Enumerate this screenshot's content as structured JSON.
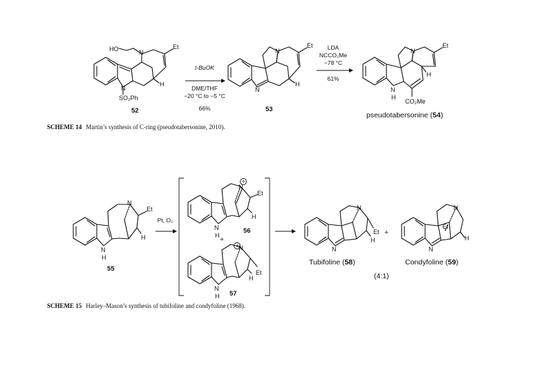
{
  "scheme14": {
    "caption_label": "SCHEME 14",
    "caption_text": "Martin’s synthesis of C-ring (pseudotabersonine, 2010).",
    "start": {
      "number": "52",
      "atom_ho": "HO",
      "atom_n": "N",
      "atom_n_indole": "N",
      "atom_so2ph": "SO₂Ph",
      "atom_et": "Et",
      "atom_h": "H"
    },
    "step1": {
      "reagent": "t-BuOK",
      "solvent": "DME/THF",
      "temp": "−20 °C to −5 °C",
      "yield": "66%"
    },
    "intermediate": {
      "number": "53",
      "atom_n": "N",
      "atom_n_imine": "N",
      "atom_et": "Et",
      "atom_h": "H"
    },
    "step2": {
      "reagent": "LDA",
      "reagent2": "NCCO₂Me",
      "temp": "−78 °C",
      "yield": "61%"
    },
    "product": {
      "name": "pseudotabersonine",
      "number": "54",
      "atom_n": "N",
      "atom_nh": "N",
      "atom_h_indole": "H",
      "atom_co2me": "CO₂Me",
      "atom_et": "Et",
      "atom_h": "H"
    }
  },
  "scheme15": {
    "caption_label": "SCHEME 15",
    "caption_text": "Harley–Mason’s synthesis of tubifoline and condyfoline (1968).",
    "start": {
      "number": "55",
      "atom_n": "N",
      "atom_nh": "N",
      "atom_h_indole": "H",
      "atom_et": "Et",
      "atom_h": "H"
    },
    "conditions": "Pt, O₂",
    "int56": {
      "number": "56",
      "atom_n": "N",
      "atom_nh": "N",
      "atom_h_indole": "H",
      "atom_et": "Et",
      "atom_h": "H",
      "charge": "+"
    },
    "plus_sign": "+",
    "int57": {
      "number": "57",
      "atom_n": "N",
      "atom_nh": "N",
      "atom_h_indole": "H",
      "atom_et": "Et",
      "atom_h": "H",
      "charge": "+"
    },
    "prod58": {
      "name": "Tubifoline",
      "number": "58",
      "atom_n": "N",
      "atom_n_imine": "N",
      "atom_et": "Et",
      "atom_h": "H"
    },
    "product_plus": "+",
    "prod59": {
      "name": "Condyfoline",
      "number": "59",
      "atom_n": "N",
      "atom_n_imine": "N",
      "atom_et": "Et",
      "atom_h": "H"
    },
    "ratio": "(4:1)"
  }
}
